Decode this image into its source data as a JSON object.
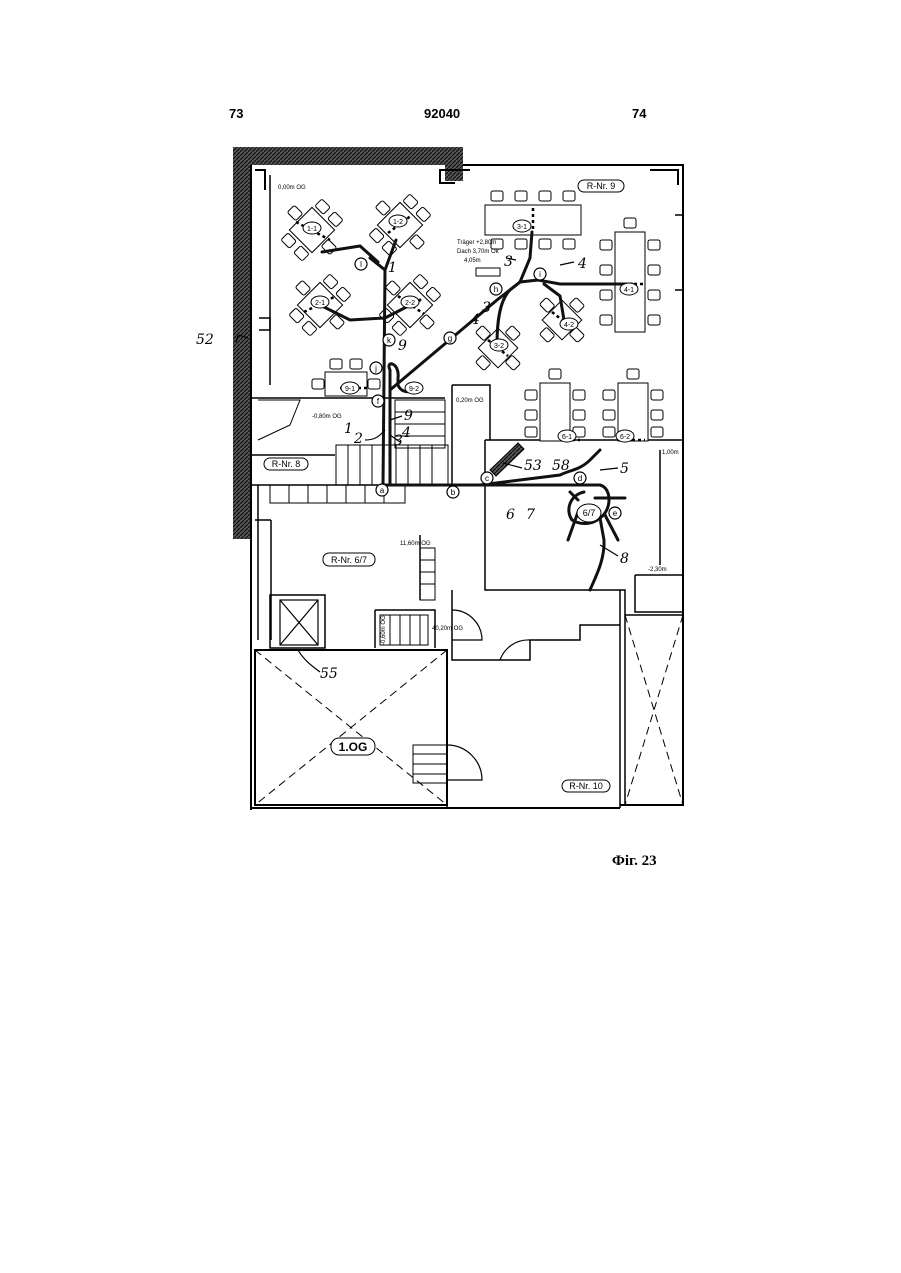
{
  "header": {
    "page_left": "73",
    "doc_number": "92040",
    "page_right": "74"
  },
  "caption": "Фіг. 23",
  "room_labels": {
    "r9": "R-Nr. 9",
    "r8": "R-Nr. 8",
    "r67": "R-Nr. 6/7",
    "r10": "R-Nr. 10",
    "og": "1.OG"
  },
  "level_labels": {
    "l1": "0,00m OG",
    "l2": "-0,80m OG",
    "l3": "0,20m OG",
    "l4": "1,00m",
    "l5": "11,60m OG",
    "l6": "40,20m OG",
    "l7": "-2,30m",
    "l8": "-0,60m OG",
    "beam1": "Träger +2,80m",
    "beam2": "Dach 3,70m Ok",
    "beam3": "4,05m"
  },
  "table_tags": {
    "t11": "1-1",
    "t12": "1-2",
    "t21": "2-1",
    "t22": "2-2",
    "t31": "3-1",
    "t32": "3-2",
    "t41": "4-1",
    "t42": "4-2",
    "t61": "6-1",
    "t62": "6-2",
    "t91": "9-1",
    "t92": "9-2",
    "t67": "6/7"
  },
  "nodes": {
    "a": "a",
    "b": "b",
    "c": "c",
    "d": "d",
    "e": "e",
    "f": "f",
    "g": "g",
    "h": "h",
    "i": "i",
    "j": "j",
    "k": "k",
    "l": "l"
  },
  "line_numbers": {
    "n1": "1",
    "n9": "9",
    "n3a": "3",
    "n4a": "4",
    "n3b": "3",
    "n4b": "4",
    "n9b": "9",
    "n9c": "9",
    "n1b": "1",
    "n2": "2",
    "n4c": "4",
    "n3c": "3",
    "n6": "6",
    "n7": "7",
    "n5": "5",
    "n8": "8"
  },
  "ref_numbers": {
    "r52": "52",
    "r53": "53",
    "r58": "58",
    "r55": "55"
  }
}
